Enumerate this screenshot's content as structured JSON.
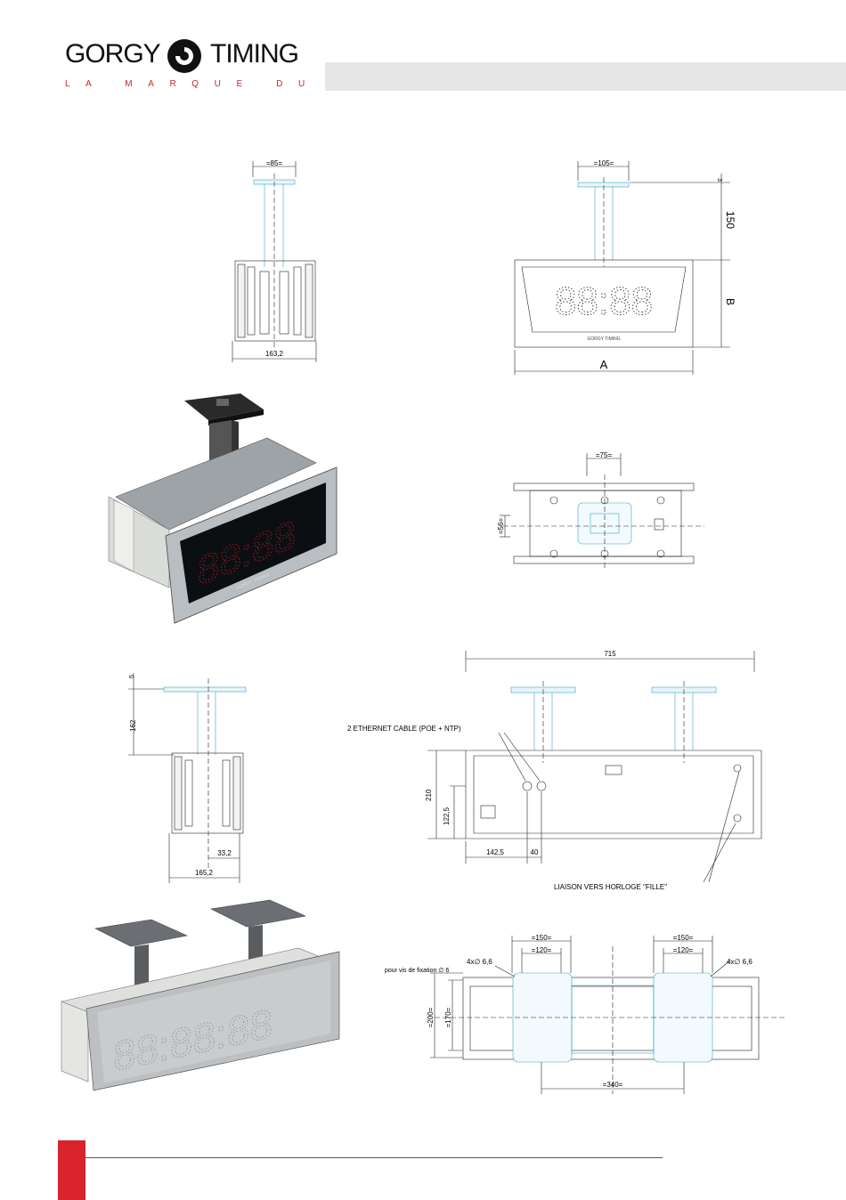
{
  "brand": {
    "word_left": "GORGY",
    "word_right": "TIMING",
    "tagline": "LA MARQUE DU TEMPS",
    "accent_color": "#d9232d",
    "bar_color": "#e6e6e6"
  },
  "drawings": {
    "side_single": {
      "width": "=85=",
      "base": "163,2"
    },
    "front_single": {
      "width": "=105=",
      "top": "3",
      "height": "150",
      "label_a": "A",
      "label_b": "B",
      "display": "88:88",
      "logo": "GORGY TIMING"
    },
    "top_single": {
      "width": "=75=",
      "height": "=56="
    },
    "side_double": {
      "top": "5",
      "height": "162",
      "offset": "33,2",
      "base": "165,2"
    },
    "back_double": {
      "width": "715",
      "height": "210",
      "mid": "122,5",
      "left_offset": "142,5",
      "gap": "40",
      "ethernet_note": "2 ETHERNET CABLE (POE + NTP)",
      "daughter_note": "LIAISON VERS HORLOGE \"FILLE\""
    },
    "top_double": {
      "plate_outer_left": "=150=",
      "plate_inner_left": "=120=",
      "plate_outer_right": "=150=",
      "plate_inner_right": "=120=",
      "hole_left": "4x∅ 6,6",
      "hole_right": "4x∅ 6,6",
      "screw_note": "pour vis de fixation ∅ 6",
      "depth_outer": "=200=",
      "depth_inner": "=170=",
      "span": "=340="
    }
  }
}
